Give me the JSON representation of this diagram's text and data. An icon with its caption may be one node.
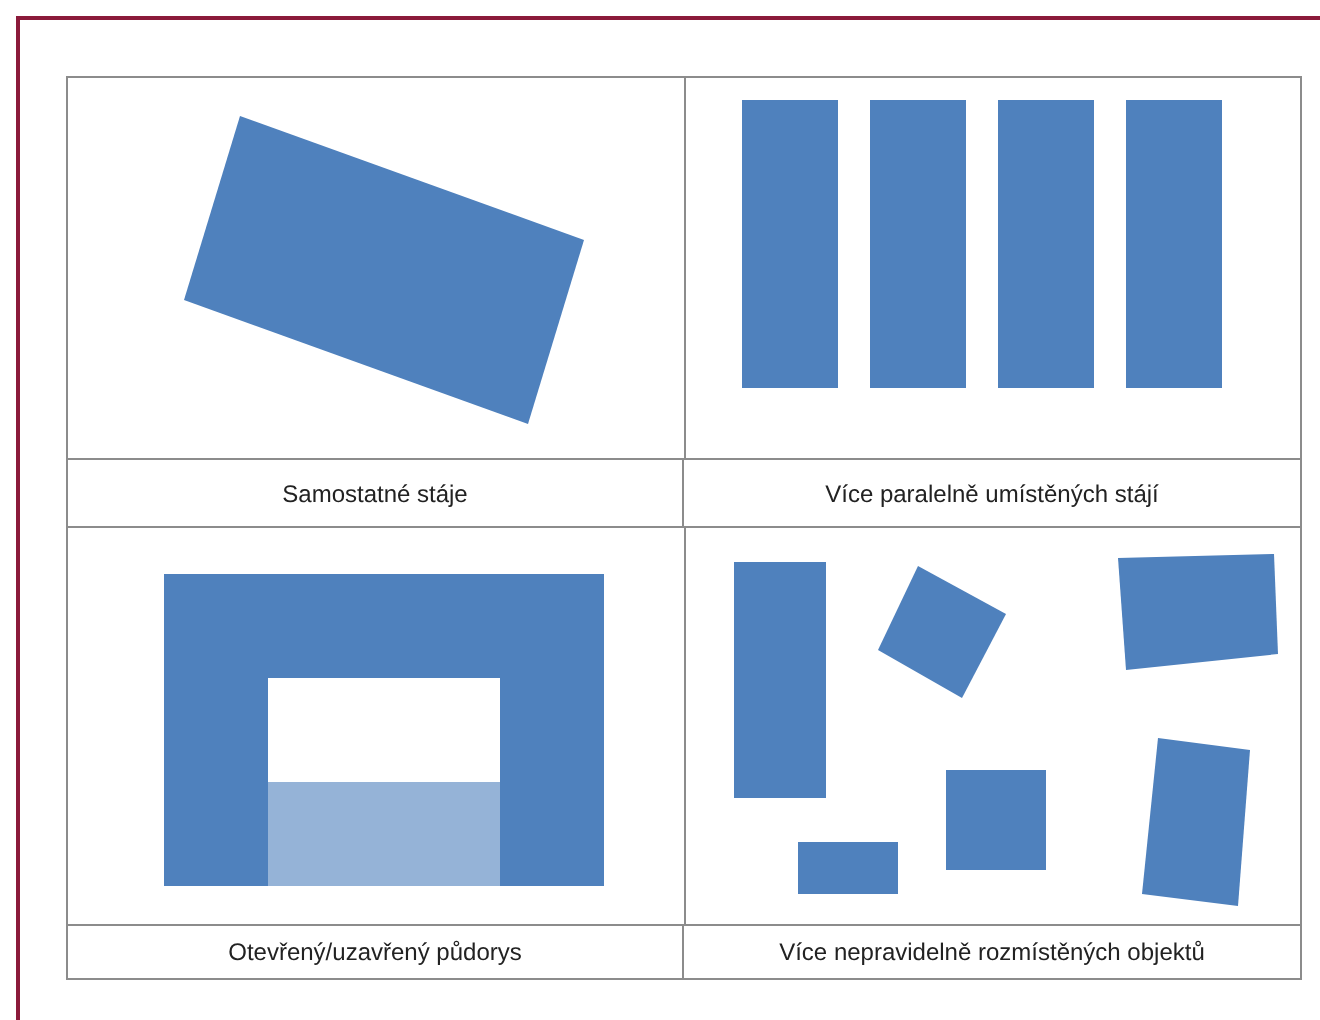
{
  "diagram": {
    "labels": [
      "Samostatné stáje",
      "Více paralelně umístěných stájí",
      "Otevřený/uzavřený půdorys",
      "Více nepravidelně rozmístěných objektů"
    ]
  }
}
